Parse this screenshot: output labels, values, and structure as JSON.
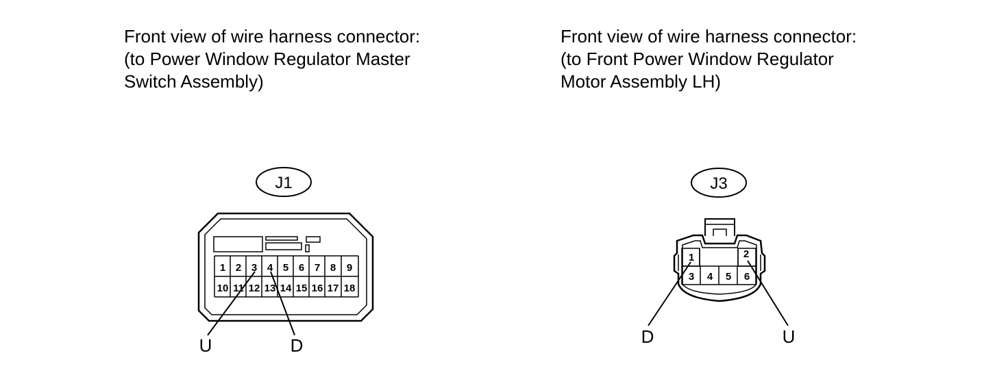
{
  "left": {
    "caption": [
      "Front view of wire harness connector:",
      "(to Power Window Regulator Master",
      "Switch Assembly)"
    ],
    "connector_id": "J1",
    "pins_top": [
      "1",
      "2",
      "3",
      "4",
      "5",
      "6",
      "7",
      "8",
      "9"
    ],
    "pins_bottom": [
      "10",
      "11",
      "12",
      "13",
      "14",
      "15",
      "16",
      "17",
      "18"
    ],
    "callouts": [
      "U",
      "D"
    ]
  },
  "right": {
    "caption": [
      "Front view of wire harness connector:",
      "(to Front Power Window Regulator",
      "Motor Assembly LH)"
    ],
    "connector_id": "J3",
    "pins_top": [
      "1",
      "2"
    ],
    "pins_bottom": [
      "3",
      "4",
      "5",
      "6"
    ],
    "callouts": [
      "D",
      "U"
    ]
  }
}
